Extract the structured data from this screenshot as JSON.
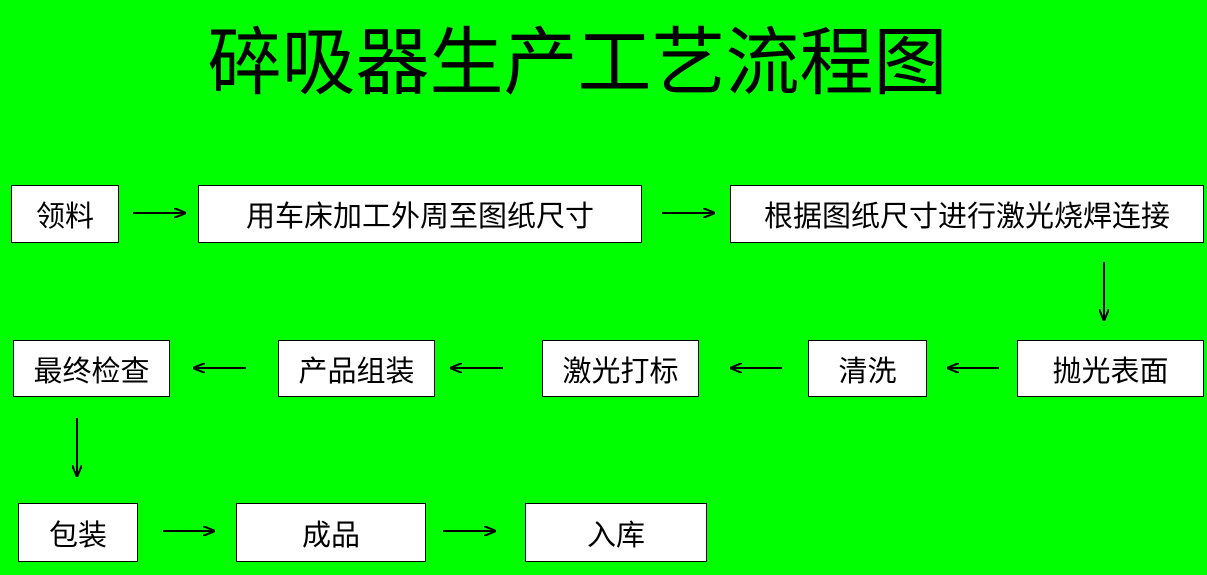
{
  "title": "碎吸器生产工艺流程图",
  "steps": {
    "s1": "领料",
    "s2": "用车床加工外周至图纸尺寸",
    "s3": "根据图纸尺寸进行激光烧焊连接",
    "s4": "抛光表面",
    "s5": "清洗",
    "s6": "激光打标",
    "s7": "产品组装",
    "s8": "最终检查",
    "s9": "包装",
    "s10": "成品",
    "s11": "入库"
  },
  "colors": {
    "background": "#00ff00",
    "box": "#ffffff",
    "line": "#000000"
  }
}
